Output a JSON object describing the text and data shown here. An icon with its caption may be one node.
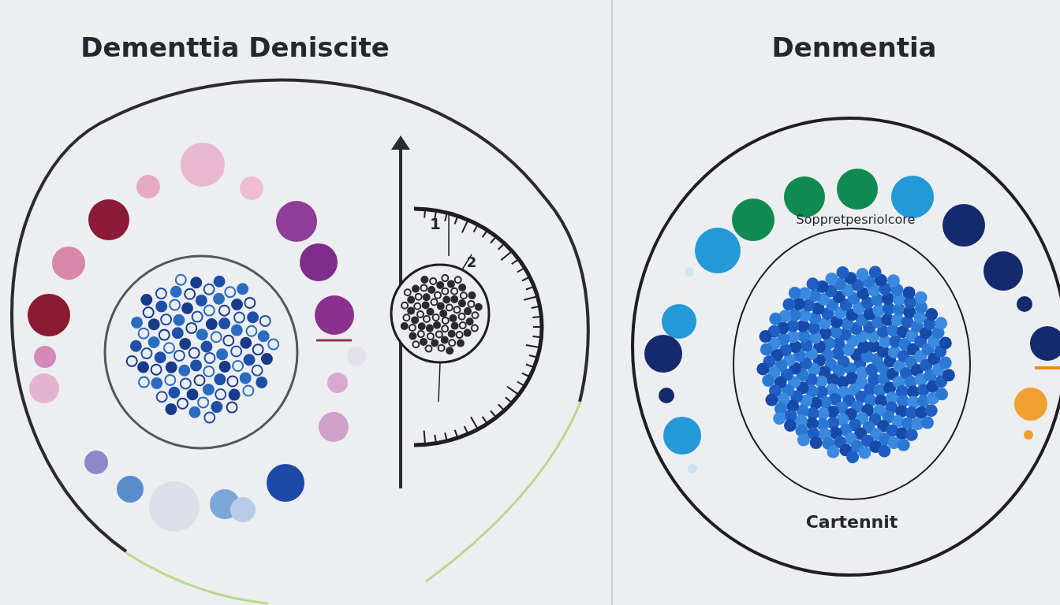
{
  "diagram": {
    "labels": [
      "Dementtia Deniscite",
      "Denmentia",
      "1",
      "2",
      "Soppretpesriolcore",
      "Cartennit"
    ]
  }
}
